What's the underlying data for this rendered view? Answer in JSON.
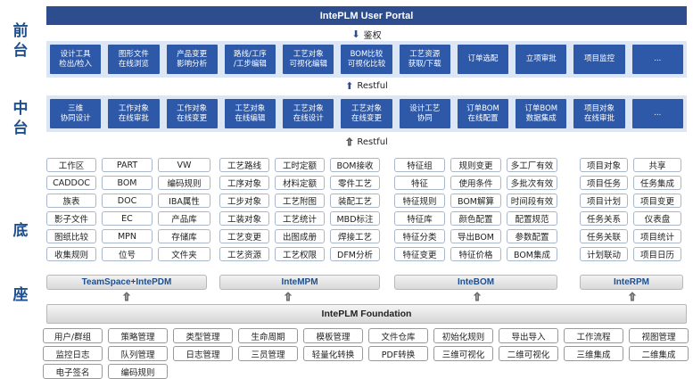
{
  "side_labels": {
    "front": "前\n台",
    "middle": "中\n台",
    "base1": "底",
    "base2": "座"
  },
  "portal": {
    "title": "IntePLM User Portal"
  },
  "arrows": {
    "auth": {
      "glyph": "⬇",
      "label": "鉴权"
    },
    "restful1": {
      "glyph": "⬆",
      "label": "Restful"
    },
    "restful2": {
      "glyph": "⇧",
      "label": "Restful"
    }
  },
  "front_items": [
    "设计工具\n检出/检入",
    "图形文件\n在线浏览",
    "产品变更\n影响分析",
    "路线/工序\n/工步编辑",
    "工艺对象\n可视化编辑",
    "BOM比较\n可视化比较",
    "工艺资源\n获取/下载",
    "订单选配",
    "立项审批",
    "项目监控",
    "..."
  ],
  "middle_items": [
    "三维\n协同设计",
    "工作对象\n在线审批",
    "工作对象\n在线变更",
    "工艺对象\n在线编辑",
    "工艺对象\n在线设计",
    "工艺对象\n在线变更",
    "设计工艺\n协同",
    "订单BOM\n在线配置",
    "订单BOM\n数据集成",
    "项目对象\n在线审批",
    "..."
  ],
  "pdm": {
    "cells": [
      "工作区",
      "PART",
      "VW",
      "CADDOC",
      "BOM",
      "编码规则",
      "族表",
      "DOC",
      "IBA属性",
      "影子文件",
      "EC",
      "产品库",
      "图纸比较",
      "MPN",
      "存储库",
      "收集规则",
      "位号",
      "文件夹"
    ],
    "title": "TeamSpace+IntePDM"
  },
  "mpm": {
    "cells": [
      "工艺路线",
      "工时定额",
      "BOM接收",
      "工序对象",
      "材料定额",
      "零件工艺",
      "工步对象",
      "工艺附图",
      "装配工艺",
      "工装对象",
      "工艺统计",
      "MBD标注",
      "工艺变更",
      "出图成册",
      "焊接工艺",
      "工艺资源",
      "工艺权限",
      "DFM分析"
    ],
    "title": "InteMPM"
  },
  "bom": {
    "cells": [
      "特征组",
      "规则变更",
      "多工厂有效",
      "特征",
      "使用条件",
      "多批次有效",
      "特征规则",
      "BOM解算",
      "时间段有效",
      "特征库",
      "颜色配置",
      "配置规范",
      "特征分类",
      "导出BOM",
      "参数配置",
      "特征变更",
      "特征价格",
      "BOM集成"
    ],
    "title": "InteBOM"
  },
  "rpm": {
    "cells": [
      "项目对象",
      "共享",
      "项目任务",
      "任务集成",
      "项目计划",
      "项目变更",
      "任务关系",
      "仪表盘",
      "任务关联",
      "项目统计",
      "计划联动",
      "项目日历"
    ],
    "title": "InteRPM"
  },
  "foundation": {
    "title": "IntePLM Foundation",
    "cells": [
      "用户/群组",
      "策略管理",
      "类型管理",
      "生命周期",
      "模板管理",
      "文件仓库",
      "初始化规则",
      "导出导入",
      "工作流程",
      "视图管理",
      "监控日志",
      "队列管理",
      "日志管理",
      "三员管理",
      "轻量化转换",
      "PDF转换",
      "三维可视化",
      "二维可视化",
      "三维集成",
      "二维集成",
      "电子签名",
      "编码规则"
    ]
  }
}
